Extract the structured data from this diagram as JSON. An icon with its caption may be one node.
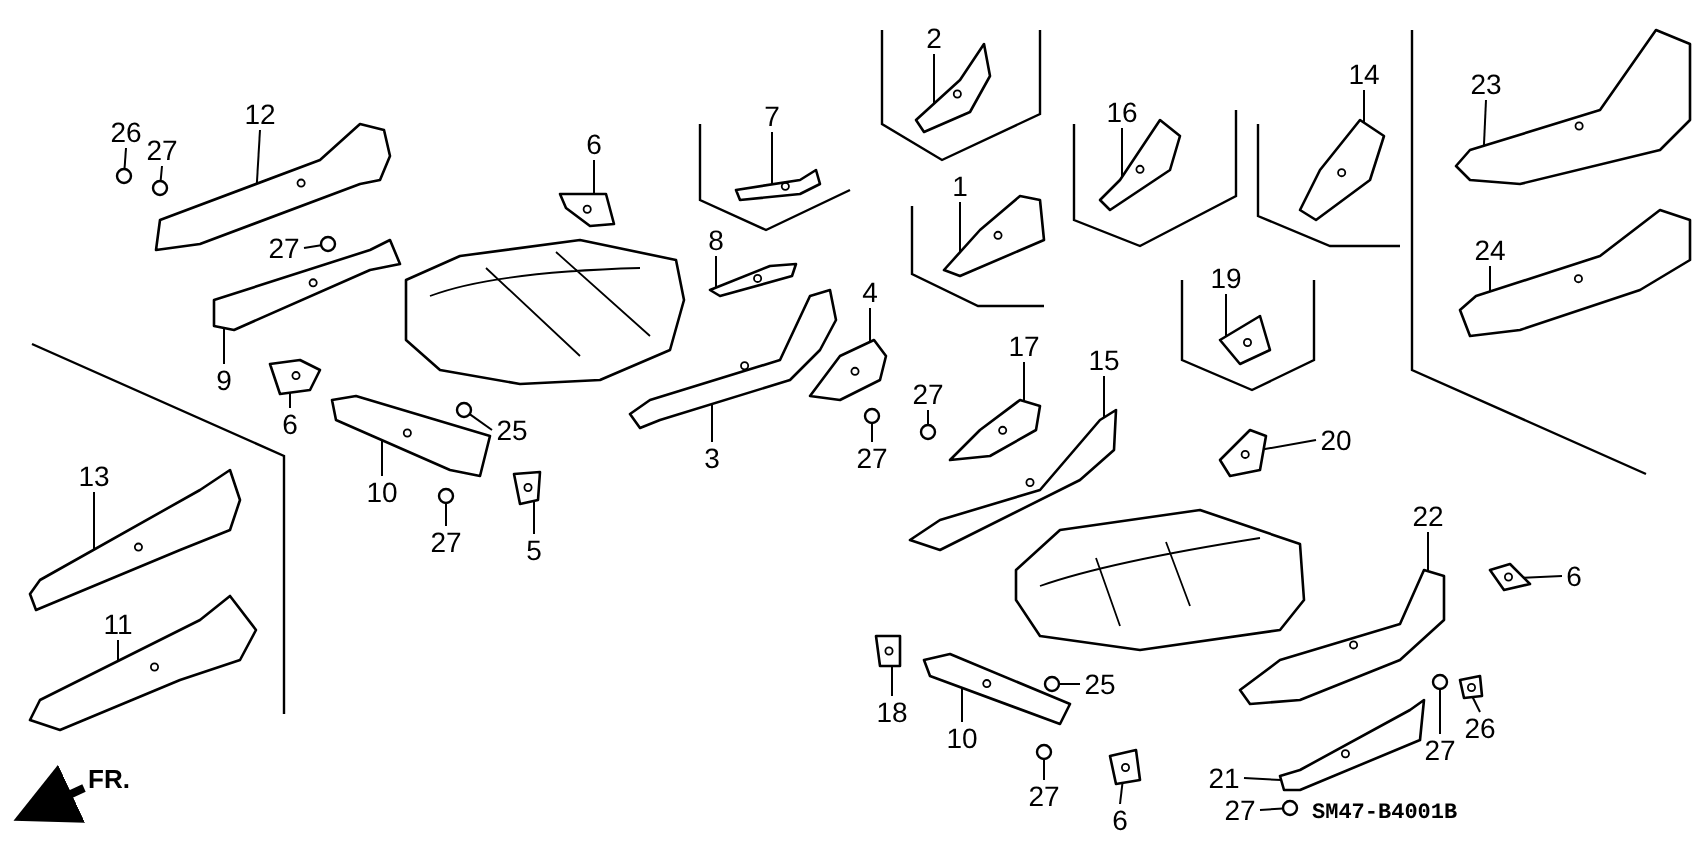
{
  "diagram": {
    "nodes": [
      {
        "text": [
          "26"
        ]
      },
      {
        "text": [
          "27"
        ]
      },
      {
        "text": [
          "12"
        ]
      },
      {
        "text": [
          "6"
        ]
      },
      {
        "text": [
          "7"
        ]
      },
      {
        "text": [
          "2"
        ]
      },
      {
        "text": [
          "16"
        ]
      },
      {
        "text": [
          "14"
        ]
      },
      {
        "text": [
          "23"
        ]
      },
      {
        "text": [
          "27"
        ]
      },
      {
        "text": [
          "8"
        ]
      },
      {
        "text": [
          "1"
        ]
      },
      {
        "text": [
          "24"
        ]
      },
      {
        "text": [
          "4"
        ]
      },
      {
        "text": [
          "9"
        ]
      },
      {
        "text": [
          "6"
        ]
      },
      {
        "text": [
          "19"
        ]
      },
      {
        "text": [
          "17"
        ]
      },
      {
        "text": [
          "15"
        ]
      },
      {
        "text": [
          "27"
        ]
      },
      {
        "text": [
          "3"
        ]
      },
      {
        "text": [
          "25"
        ]
      },
      {
        "text": [
          "10"
        ]
      },
      {
        "text": [
          "20"
        ]
      },
      {
        "text": [
          "27"
        ]
      },
      {
        "text": [
          "13"
        ]
      },
      {
        "text": [
          "27"
        ]
      },
      {
        "text": [
          "5"
        ]
      },
      {
        "text": [
          "22"
        ]
      },
      {
        "text": [
          "6"
        ]
      },
      {
        "text": [
          "11"
        ]
      },
      {
        "text": [
          "18"
        ]
      },
      {
        "text": [
          "25"
        ]
      },
      {
        "text": [
          "10"
        ]
      },
      {
        "text": [
          "27"
        ]
      },
      {
        "text": [
          "26"
        ]
      },
      {
        "text": [
          "21"
        ]
      },
      {
        "text": [
          "27"
        ]
      },
      {
        "text": [
          "6"
        ]
      },
      {
        "text": [
          "27"
        ]
      },
      {
        "text": [],
        "shape": "circle"
      },
      {
        "text": [],
        "shape": "circle"
      },
      {
        "text": [],
        "shape": "picture"
      },
      {
        "text": [],
        "shape": "picture"
      },
      {
        "text": [],
        "shape": "picture"
      },
      {
        "text": [],
        "shape": "picture"
      },
      {
        "text": [],
        "shape": "picture"
      },
      {
        "text": [],
        "shape": "picture"
      },
      {
        "text": [],
        "shape": "picture"
      },
      {
        "text": [],
        "shape": "circle"
      },
      {
        "text": [],
        "shape": "picture"
      },
      {
        "text": [],
        "shape": "picture"
      },
      {
        "text": [],
        "shape": "picture"
      },
      {
        "text": [],
        "shape": "picture"
      },
      {
        "text": [],
        "shape": "picture"
      },
      {
        "text": [],
        "shape": "picture"
      },
      {
        "text": [],
        "shape": "picture"
      },
      {
        "text": [],
        "shape": "picture"
      },
      {
        "text": [],
        "shape": "picture"
      },
      {
        "text": [],
        "shape": "circle"
      },
      {
        "text": [],
        "shape": "picture"
      },
      {
        "text": [],
        "shape": "circle"
      },
      {
        "text": [],
        "shape": "picture"
      },
      {
        "text": [],
        "shape": "picture"
      },
      {
        "text": [],
        "shape": "circle"
      },
      {
        "text": [],
        "shape": "picture"
      },
      {
        "text": [],
        "shape": "circle"
      },
      {
        "text": [],
        "shape": "picture"
      },
      {
        "text": [],
        "shape": "picture"
      },
      {
        "text": [],
        "shape": "picture"
      },
      {
        "text": [],
        "shape": "picture"
      },
      {
        "text": [],
        "shape": "picture"
      },
      {
        "text": [],
        "shape": "circle"
      },
      {
        "text": [],
        "shape": "picture"
      },
      {
        "text": [],
        "shape": "circle"
      },
      {
        "text": [],
        "shape": "picture"
      },
      {
        "text": [],
        "shape": "picture"
      },
      {
        "text": [],
        "shape": "circle"
      },
      {
        "text": [],
        "shape": "picture"
      },
      {
        "text": [],
        "shape": "circle"
      },
      {
        "text": [],
        "shape": "picture"
      },
      {
        "text": [],
        "shape": "picture"
      }
    ],
    "edges": [
      {
        "from": 0,
        "to": 40,
        "arrow": "none"
      },
      {
        "from": 1,
        "to": 41,
        "arrow": "none"
      },
      {
        "from": 2,
        "to": 42,
        "arrow": "none"
      },
      {
        "from": 3,
        "to": 43,
        "arrow": "none"
      },
      {
        "from": 4,
        "to": 44,
        "arrow": "none"
      },
      {
        "from": 5,
        "to": 45,
        "arrow": "none"
      },
      {
        "from": 6,
        "to": 46,
        "arrow": "none"
      },
      {
        "from": 7,
        "to": 47,
        "arrow": "none"
      },
      {
        "from": 8,
        "to": 48,
        "arrow": "none"
      },
      {
        "from": 9,
        "to": 49,
        "arrow": "none"
      },
      {
        "from": 10,
        "to": 50,
        "arrow": "none"
      },
      {
        "from": 11,
        "to": 51,
        "arrow": "none"
      },
      {
        "from": 12,
        "to": 52,
        "arrow": "none"
      },
      {
        "from": 13,
        "to": 53,
        "arrow": "none"
      },
      {
        "from": 14,
        "to": 54,
        "arrow": "none"
      },
      {
        "from": 15,
        "to": 55,
        "arrow": "none"
      },
      {
        "from": 16,
        "to": 56,
        "arrow": "none"
      },
      {
        "from": 17,
        "to": 57,
        "arrow": "none"
      },
      {
        "from": 18,
        "to": 58,
        "arrow": "none"
      },
      {
        "from": 19,
        "to": 59,
        "arrow": "none"
      },
      {
        "from": 20,
        "to": 60,
        "arrow": "none"
      },
      {
        "from": 21,
        "to": 61,
        "arrow": "none"
      },
      {
        "from": 22,
        "to": 62,
        "arrow": "none"
      },
      {
        "from": 23,
        "to": 63,
        "arrow": "none"
      },
      {
        "from": 24,
        "to": 64,
        "arrow": "none"
      },
      {
        "from": 25,
        "to": 65,
        "arrow": "none"
      },
      {
        "from": 26,
        "to": 66,
        "arrow": "none"
      },
      {
        "from": 27,
        "to": 67,
        "arrow": "none"
      },
      {
        "from": 28,
        "to": 68,
        "arrow": "none"
      },
      {
        "from": 29,
        "to": 69,
        "arrow": "none"
      },
      {
        "from": 30,
        "to": 70,
        "arrow": "none"
      },
      {
        "from": 31,
        "to": 71,
        "arrow": "none"
      },
      {
        "from": 32,
        "to": 72,
        "arrow": "none"
      },
      {
        "from": 33,
        "to": 73,
        "arrow": "none"
      },
      {
        "from": 34,
        "to": 74,
        "arrow": "none"
      },
      {
        "from": 35,
        "to": 75,
        "arrow": "none"
      },
      {
        "from": 36,
        "to": 76,
        "arrow": "none"
      },
      {
        "from": 37,
        "to": 77,
        "arrow": "none"
      },
      {
        "from": 38,
        "to": 78,
        "arrow": "none"
      },
      {
        "from": 39,
        "to": 79,
        "arrow": "none"
      }
    ],
    "labels": [
      "FR.",
      "SM47-B4001B"
    ]
  }
}
